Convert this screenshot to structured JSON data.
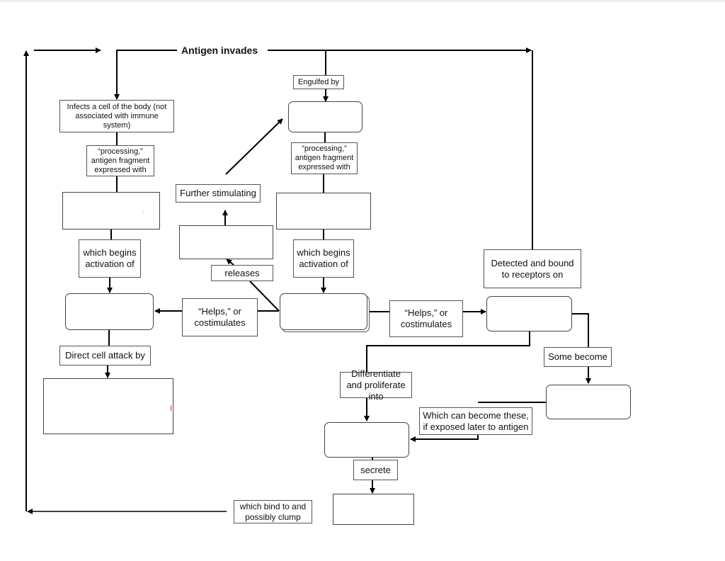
{
  "title": "Antigen invades",
  "labels": {
    "engulfed_by": "Engulfed by",
    "infects_cell": "Infects a cell of the body (not associated with immune system)",
    "processing_left": "“processing,” antigen fragment expressed with",
    "processing_right": "“processing,” antigen fragment expressed with",
    "further_stimulating": "Further stimulating",
    "releases": "releases",
    "begins_left": "which begins activation of",
    "begins_right": "which begins activation of",
    "detected_bound": "Detected and bound to receptors on",
    "helps_left": "“Helps,” or costimulates",
    "helps_right": "“Helps,” or costimulates",
    "direct_attack": "Direct cell attack by",
    "some_become": "Some become",
    "differentiate": "Differentiate and proliferate into",
    "which_can_become": "Which can become these, if exposed later to antigen",
    "secrete": "secrete",
    "which_bind": "which bind to and possibly clump"
  },
  "colors": {
    "line": "#000000",
    "box_border": "#555555",
    "background": "#ffffff"
  }
}
